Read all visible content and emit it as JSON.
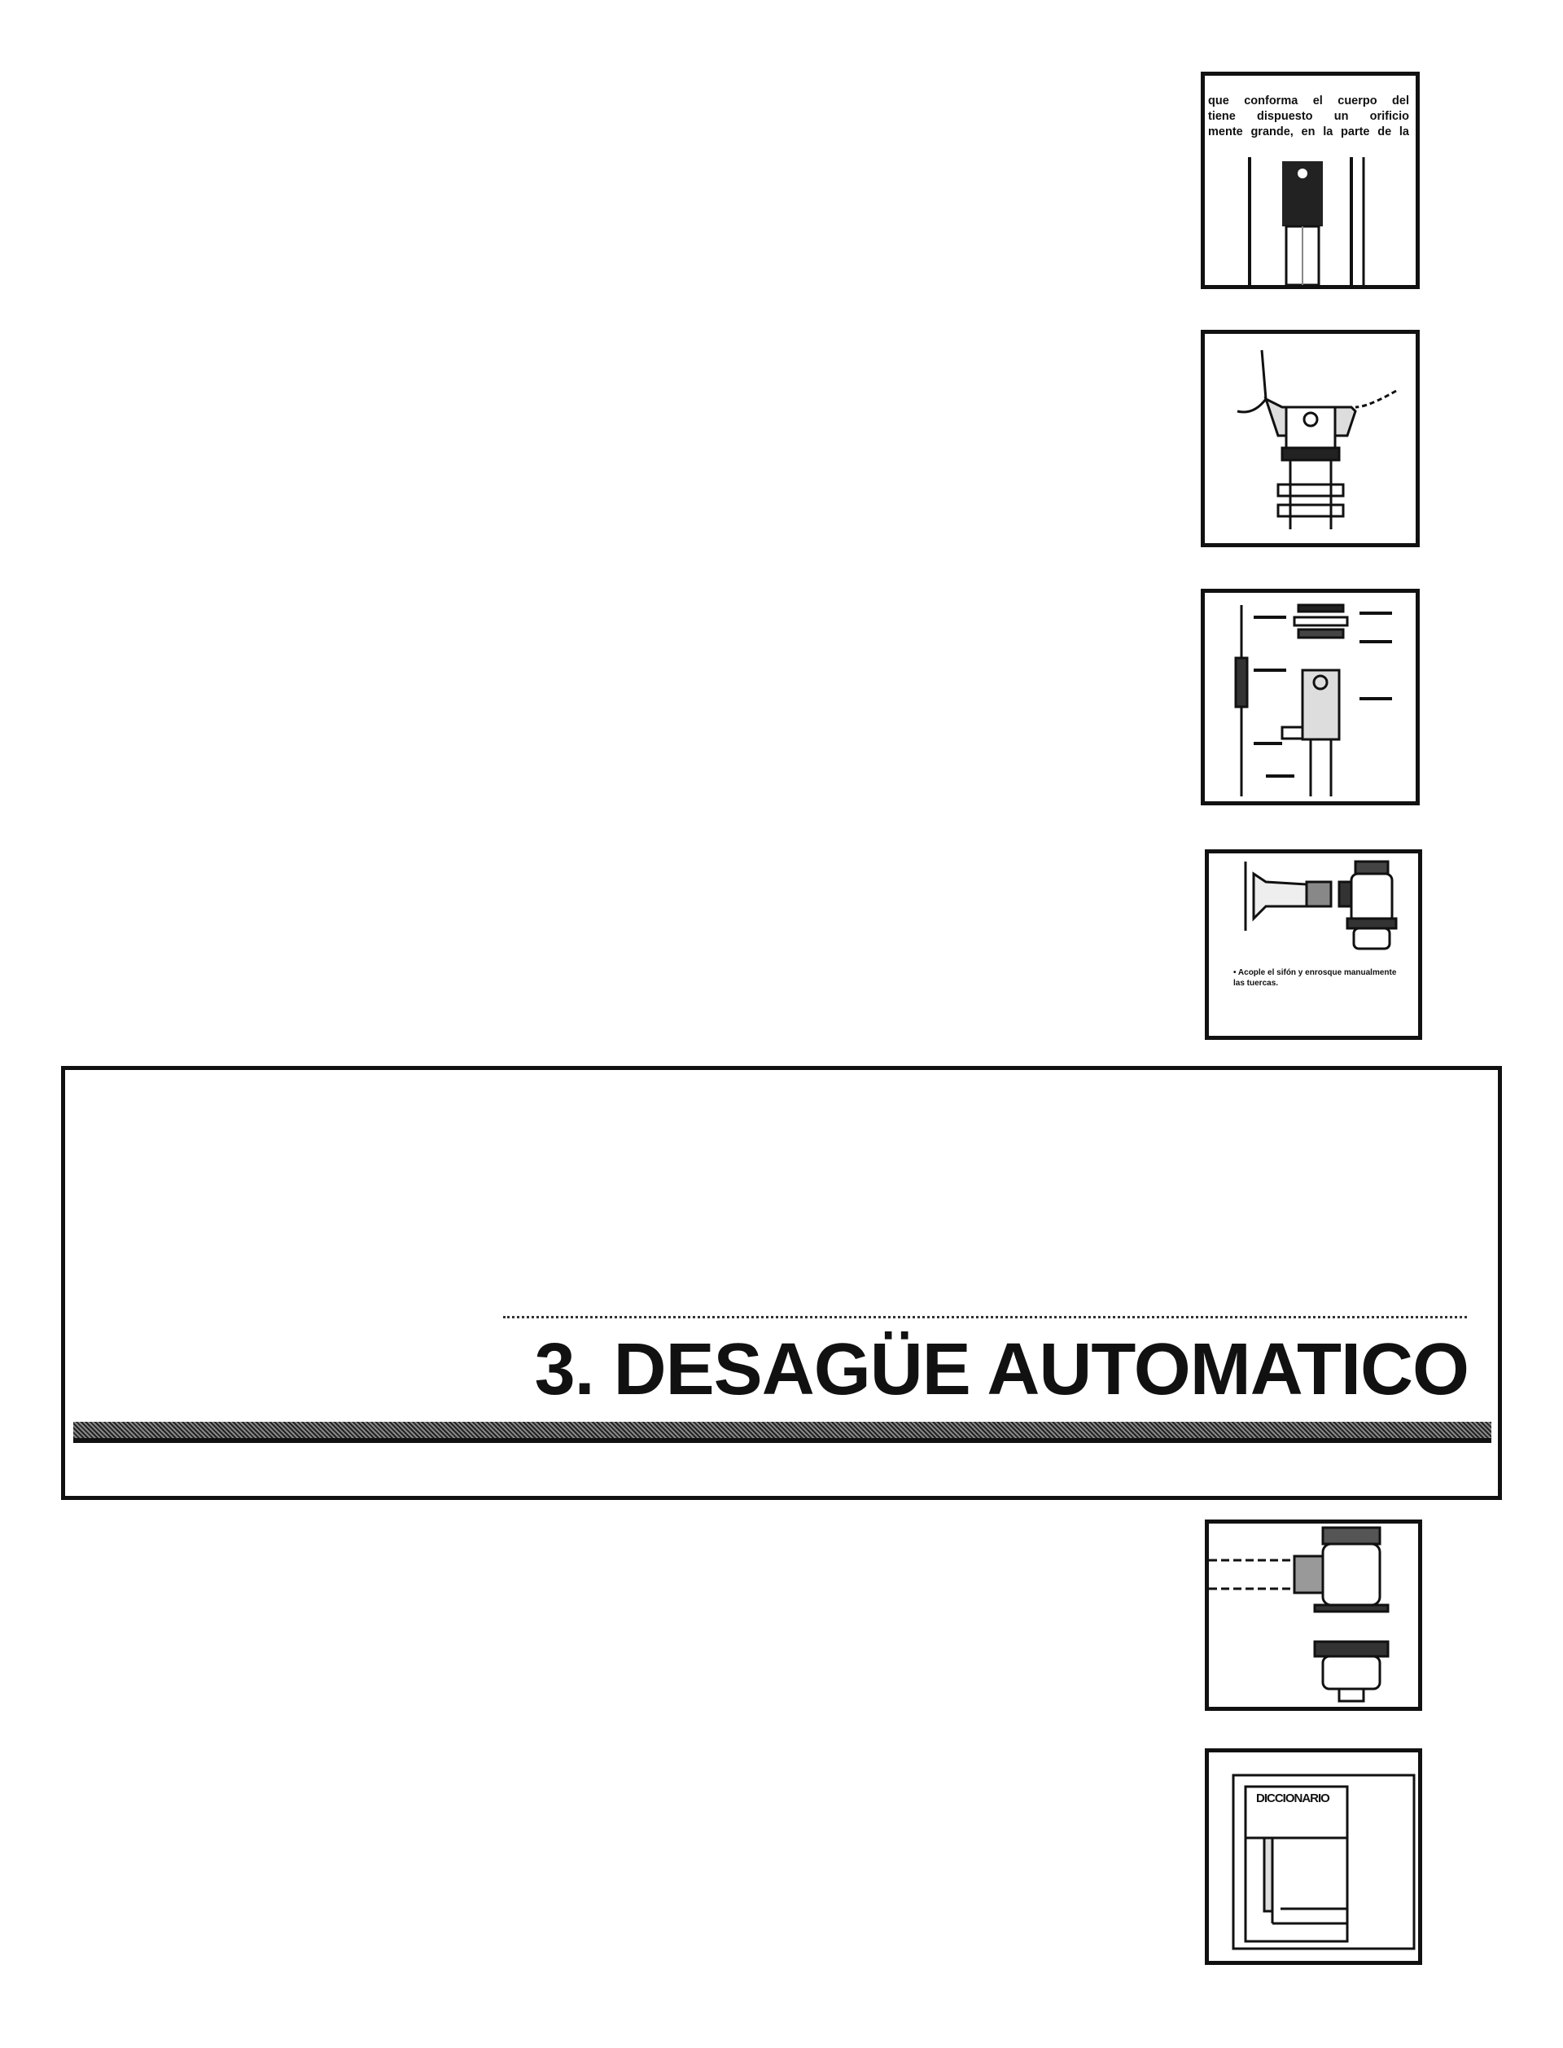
{
  "thumbnails": {
    "t1": {
      "lines": [
        "que conforma el cuerpo del",
        "tiene dispuesto un orificio",
        "mente grande, en la parte de la"
      ]
    },
    "t4": {
      "caption": "• Acople el sifón y enrosque manualmente las tuercas."
    },
    "t6": {
      "label": "DICCIONARIO"
    }
  },
  "banner": {
    "title": "3. DESAGÜE AUTOMATICO"
  }
}
